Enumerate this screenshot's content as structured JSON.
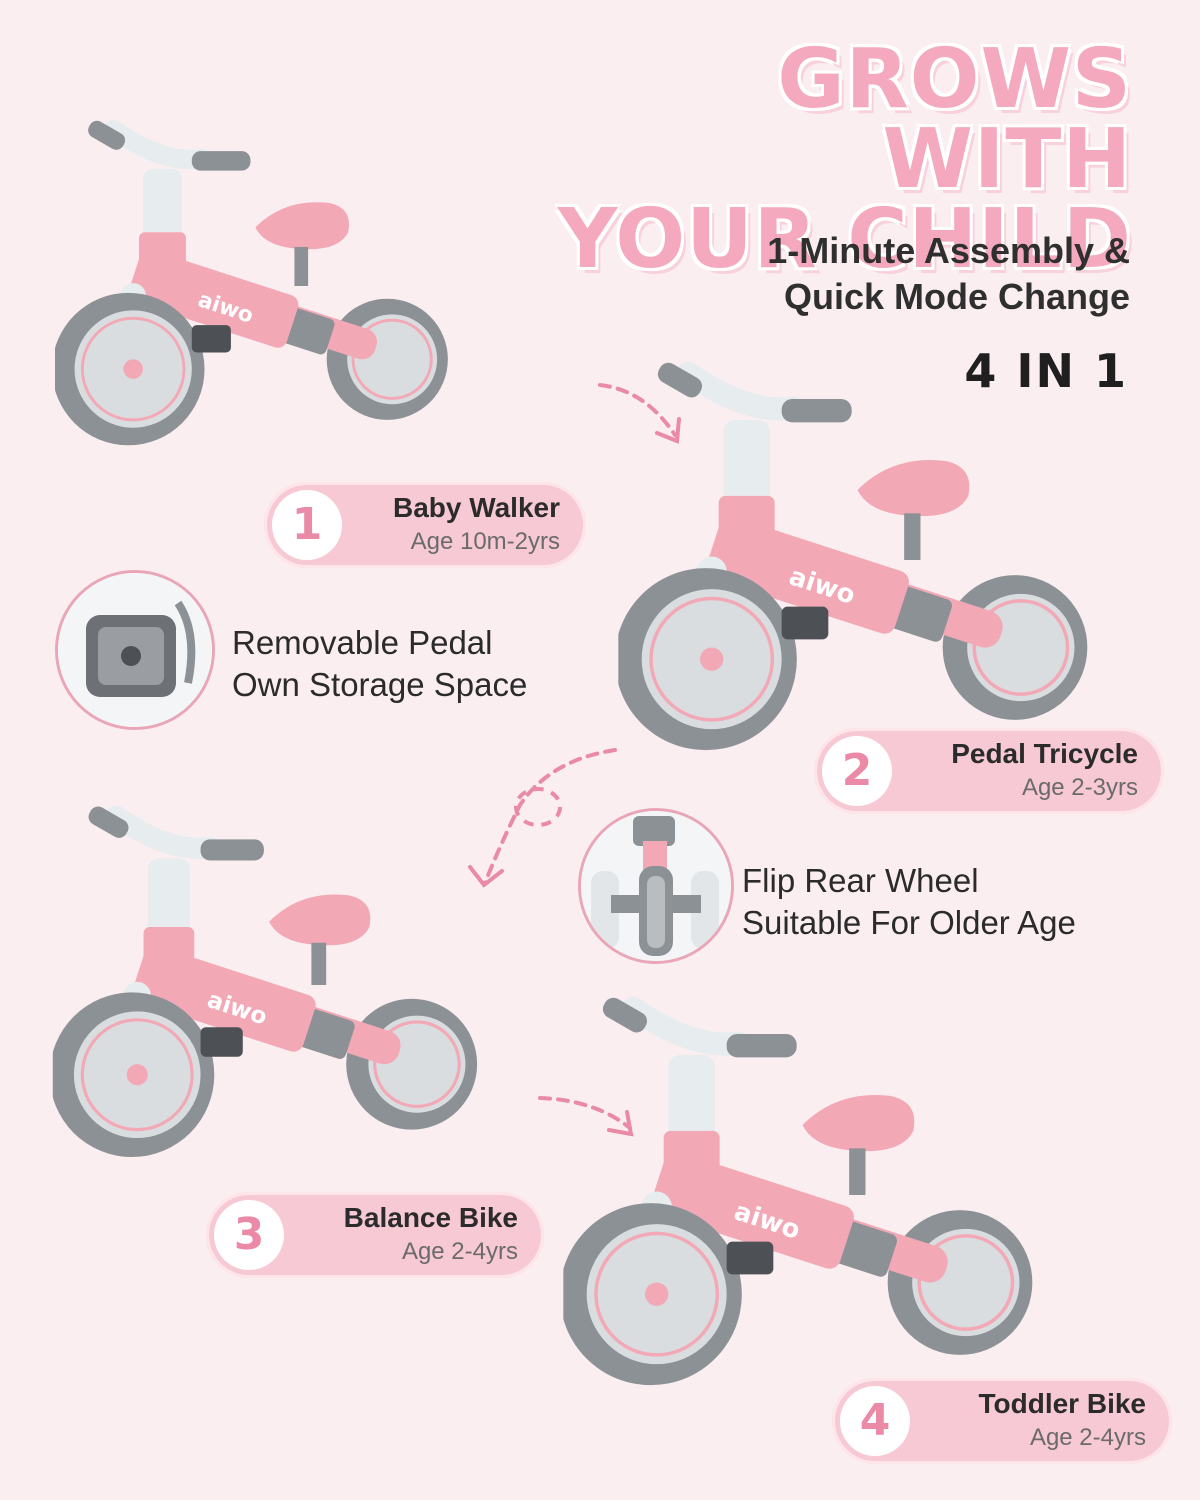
{
  "headline": {
    "line1": "GROWS WITH",
    "line2": "YOUR CHILD"
  },
  "subheadline": {
    "line1": "1-Minute Assembly &",
    "line2": "Quick Mode Change"
  },
  "modes_badge": "4 IN 1",
  "brand": "aiwo",
  "steps": [
    {
      "number": "1",
      "name": "Baby Walker",
      "age": "Age 10m-2yrs"
    },
    {
      "number": "2",
      "name": "Pedal Tricycle",
      "age": "Age 2-3yrs"
    },
    {
      "number": "3",
      "name": "Balance Bike",
      "age": "Age 2-4yrs"
    },
    {
      "number": "4",
      "name": "Toddler Bike",
      "age": "Age 2-4yrs"
    }
  ],
  "features": [
    {
      "line1": "Removable Pedal",
      "line2": "Own Storage Space",
      "icon": "pedal-icon"
    },
    {
      "line1": "Flip Rear Wheel",
      "line2": "Suitable For Older Age",
      "icon": "rear-wheel-icon"
    }
  ],
  "colors": {
    "background": "#fbeef0",
    "pink": "#f4a9bf",
    "frame_pink": "#f3a8b6",
    "gray": "#8c9196",
    "light_gray": "#d9dde0",
    "pill": "#f7c9d4",
    "number": "#ea8aa6"
  }
}
